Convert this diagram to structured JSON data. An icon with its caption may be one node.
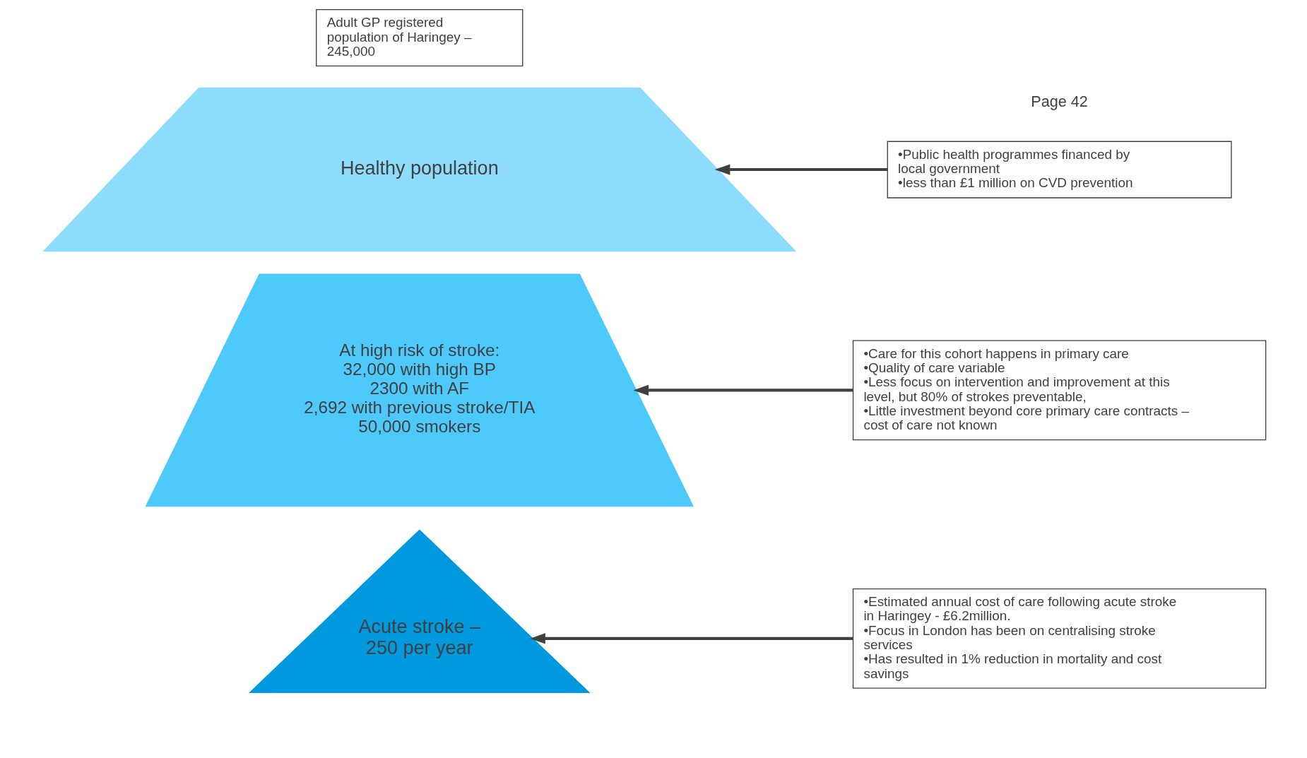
{
  "diagram": {
    "nodes": [
      {
        "text": [
          "Acute stroke – 250 per year"
        ]
      },
      {
        "text": [
          "At high risk of stroke:",
          "32,000 with high BP",
          "2300 with AF",
          "2,692 with previous stroke/TIA",
          "50,000 smokers"
        ]
      },
      {
        "text": [
          "Healthy population"
        ]
      },
      {
        "text": [
          "•Estimated annual cost of care following acute stroke in Haringey - £6.2million.",
          "•Focus in London has been on centralising stroke services",
          "•Has resulted in 1% reduction in mortality and cost savings"
        ]
      },
      {
        "text": [
          "•Care for this cohort happens in primary care",
          "•Quality of care variable",
          "•Less focus on intervention and improvement at this level, but 80% of strokes preventable,",
          "•Little investment beyond core primary care contracts – cost of care not known"
        ]
      },
      {
        "text": [
          "•Public health programmes financed by local government",
          "•less than £1 million on CVD prevention"
        ]
      },
      {
        "text": [
          "Adult GP registered population of Haringey – 245,000"
        ]
      }
    ],
    "edges": [
      {
        "from": 3,
        "to": 0,
        "arrow": "to"
      },
      {
        "from": 4,
        "to": 1,
        "arrow": "to"
      },
      {
        "from": 5,
        "to": 2,
        "arrow": "to"
      }
    ],
    "labels": [
      "Page 42"
    ]
  }
}
